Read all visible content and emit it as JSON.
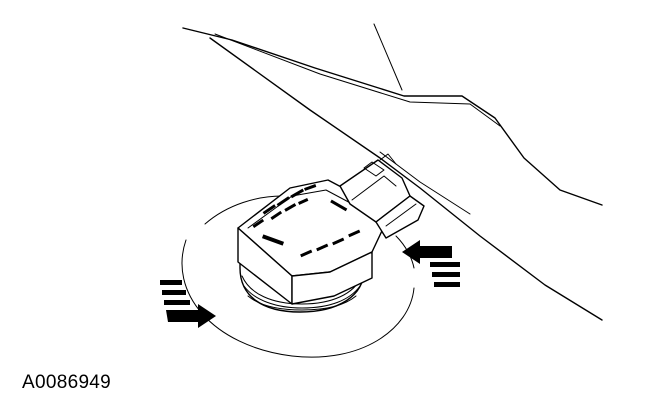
{
  "figure": {
    "id_label": "A0086949",
    "subject": "sensor-connector-rotate-removal",
    "rotation": "counterclockwise",
    "colors": {
      "ink": "#000000",
      "paper": "#ffffff"
    }
  }
}
